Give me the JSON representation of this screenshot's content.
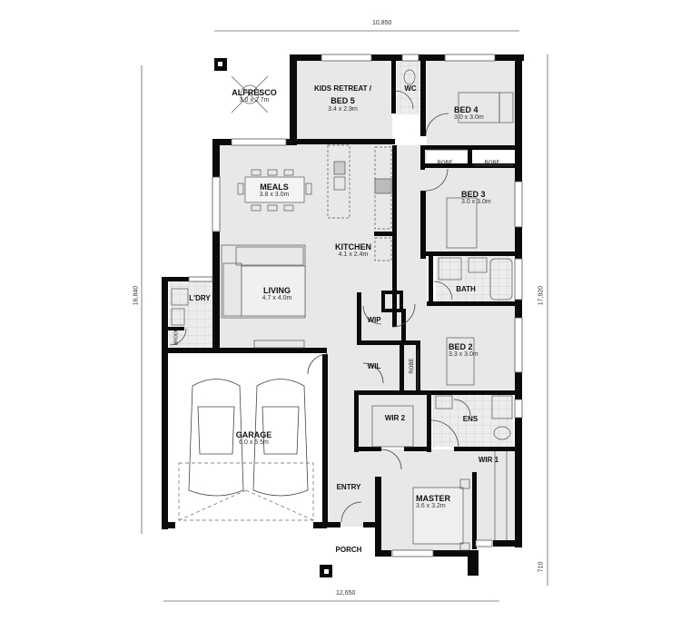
{
  "plan": {
    "dimensions": {
      "top_width": "10,850",
      "bottom_width": "12,650",
      "left_depth": "16,840",
      "right_depth": "17,920",
      "porch_offset": "710"
    },
    "rooms": {
      "alfresco": {
        "name": "ALFRESCO",
        "size": "3.0 x 2.7m"
      },
      "kids_retreat": {
        "name_line1": "KIDS RETREAT /",
        "name_line2": "BED 5",
        "size": "3.4 x 2.9m"
      },
      "wc": {
        "name": "WC"
      },
      "bed4": {
        "name": "BED 4",
        "size": "3.0 x 3.0m"
      },
      "robe_a": {
        "name": "ROBE"
      },
      "robe_b": {
        "name": "ROBE"
      },
      "meals": {
        "name": "MEALS",
        "size": "3.8 x 3.0m"
      },
      "kitchen": {
        "name": "KITCHEN",
        "size": "4.1 x 2.4m"
      },
      "bed3": {
        "name": "BED 3",
        "size": "3.0 x 3.0m"
      },
      "bath": {
        "name": "BATH"
      },
      "living": {
        "name": "LIVING",
        "size": "4.7 x 4.0m"
      },
      "laundry": {
        "name": "L'DRY"
      },
      "broom": {
        "name": "BROOM"
      },
      "wip": {
        "name": "WIP"
      },
      "wil": {
        "name": "WIL"
      },
      "robe_c": {
        "name": "ROBE"
      },
      "bed2": {
        "name": "BED 2",
        "size": "3.3 x 3.0m"
      },
      "garage": {
        "name": "GARAGE",
        "size": "6.0 x 5.5m"
      },
      "wir2": {
        "name": "WIR 2"
      },
      "ens": {
        "name": "ENS"
      },
      "wir1": {
        "name": "WIR 1"
      },
      "entry": {
        "name": "ENTRY"
      },
      "master": {
        "name": "MASTER",
        "size": "3.6 x 3.2m"
      },
      "porch": {
        "name": "PORCH"
      }
    },
    "colors": {
      "wall": "#0a0a0a",
      "floor": "#e8e8e8",
      "line": "#555555",
      "background": "#ffffff"
    }
  }
}
